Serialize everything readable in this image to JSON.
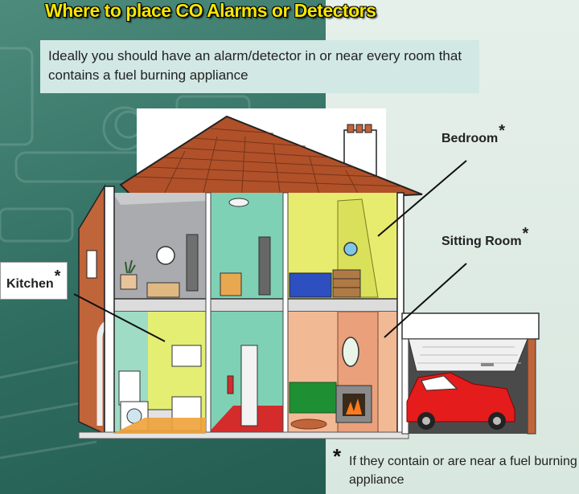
{
  "title": "Where to place CO Alarms or Detectors",
  "intro": "Ideally you should have an alarm/detector in or near every room that contains a fuel burning appliance",
  "labels": {
    "kitchen": "Kitchen",
    "bedroom": "Bedroom",
    "sitting_room": "Sitting Room",
    "asterisk": "*"
  },
  "footnote": {
    "marker": "*",
    "text": "If they contain or are near a fuel burning appliance"
  },
  "colors": {
    "title": "#f7e600",
    "roof": "#b0512a",
    "wall_brick": "#c0643a",
    "bg_left": "#2f6d60",
    "bg_right": "#e0ede6"
  }
}
